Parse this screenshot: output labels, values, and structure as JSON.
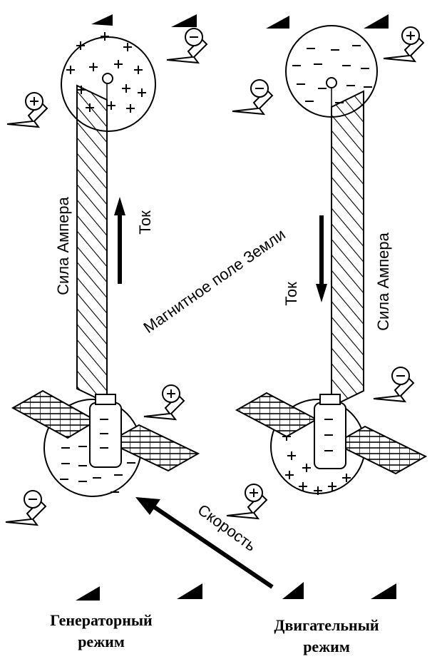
{
  "labels": {
    "force_left": "Сила Ампера",
    "force_right": "Сила Ампера",
    "current_left": "Ток",
    "current_right": "Ток",
    "magnetic_field": "Магнитное поле Земли",
    "velocity": "Скорость"
  },
  "captions": {
    "generator": {
      "line1": "Генераторный",
      "line2": "режим"
    },
    "motor": {
      "line1": "Двигательный",
      "line2": "режим"
    }
  },
  "charge_symbols": {
    "plus": "+",
    "minus": "−",
    "ion_plus": "⊕",
    "ion_minus": "⊖"
  },
  "colors": {
    "ink": "#000000",
    "paper": "#ffffff"
  }
}
